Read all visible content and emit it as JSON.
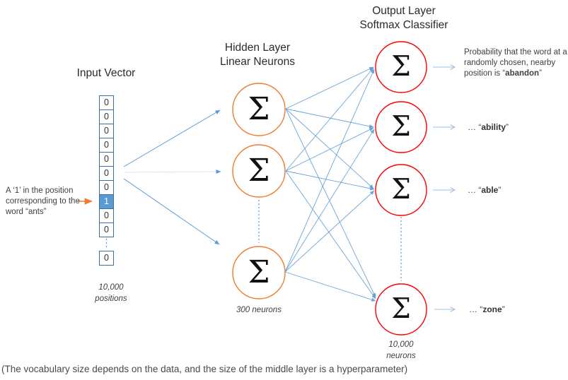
{
  "titles": {
    "input": "Input Vector",
    "hidden_line1": "Hidden Layer",
    "hidden_line2": "Linear Neurons",
    "output_line1": "Output Layer",
    "output_line2": "Softmax Classifier"
  },
  "input_vector": {
    "cells": [
      "0",
      "0",
      "0",
      "0",
      "0",
      "0",
      "0",
      "1",
      "0",
      "0"
    ],
    "active_index": 7,
    "last_cell": "0",
    "count_line1": "10,000",
    "count_line2": "positions",
    "annotation_line1": "A ‘1’ in the position",
    "annotation_line2": "corresponding to the",
    "annotation_line3": "word “ants”"
  },
  "hidden_layer": {
    "neuron_symbol": "Σ",
    "count_label": "300 neurons"
  },
  "output_layer": {
    "neuron_symbol": "Σ",
    "count_line1": "10,000",
    "count_line2": "neurons",
    "prob_annotation": {
      "line1": "Probability that the word at a",
      "line2": "randomly chosen, nearby",
      "line3_prefix": "position is “",
      "word": "abandon",
      "line3_suffix": "”"
    },
    "labels": [
      {
        "prefix": "… “",
        "word": "ability",
        "suffix": "”"
      },
      {
        "prefix": "… “",
        "word": "able",
        "suffix": "”"
      },
      {
        "prefix": "… “",
        "word": "zone",
        "suffix": "”"
      }
    ]
  },
  "footer": "(The vocabulary size depends on the data, and the size of the middle layer is a hyperparameter)",
  "colors": {
    "orange": "#ED7D31",
    "red": "#FE0000",
    "blue": "#5B9BD5",
    "blue_light": "#9DC3E6",
    "line_faint": "#DDE7F3",
    "cell_border": "#3C6E9F",
    "cell_active": "#5B9BD5"
  }
}
